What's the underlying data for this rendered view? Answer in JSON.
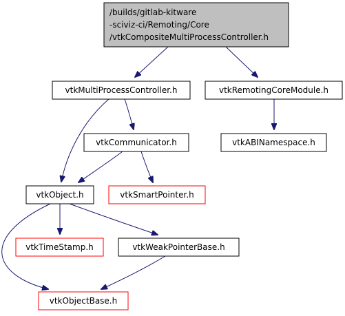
{
  "graph": {
    "colors": {
      "root_fill": "#bfbfbf",
      "node_fill": "#ffffff",
      "node_border": "#000000",
      "missing_border": "#ff0000",
      "edge": "#191970"
    },
    "nodes": [
      {
        "id": "root",
        "lines": [
          "/builds/gitlab-kitware",
          "-sciviz-ci/Remoting/Core",
          "/vtkCompositeMultiProcessController.h"
        ],
        "kind": "root"
      },
      {
        "id": "mpc",
        "lines": [
          "vtkMultiProcessController.h"
        ],
        "kind": "header"
      },
      {
        "id": "rcm",
        "lines": [
          "vtkRemotingCoreModule.h"
        ],
        "kind": "header"
      },
      {
        "id": "comm",
        "lines": [
          "vtkCommunicator.h"
        ],
        "kind": "header"
      },
      {
        "id": "abi",
        "lines": [
          "vtkABINamespace.h"
        ],
        "kind": "header"
      },
      {
        "id": "obj",
        "lines": [
          "vtkObject.h"
        ],
        "kind": "header"
      },
      {
        "id": "sp",
        "lines": [
          "vtkSmartPointer.h"
        ],
        "kind": "truncated"
      },
      {
        "id": "ts",
        "lines": [
          "vtkTimeStamp.h"
        ],
        "kind": "truncated"
      },
      {
        "id": "wpb",
        "lines": [
          "vtkWeakPointerBase.h"
        ],
        "kind": "header"
      },
      {
        "id": "ob",
        "lines": [
          "vtkObjectBase.h"
        ],
        "kind": "truncated"
      }
    ],
    "edges": [
      {
        "from": "root",
        "to": "mpc"
      },
      {
        "from": "root",
        "to": "rcm"
      },
      {
        "from": "mpc",
        "to": "comm"
      },
      {
        "from": "mpc",
        "to": "obj"
      },
      {
        "from": "rcm",
        "to": "abi"
      },
      {
        "from": "comm",
        "to": "obj"
      },
      {
        "from": "comm",
        "to": "sp"
      },
      {
        "from": "obj",
        "to": "ts"
      },
      {
        "from": "obj",
        "to": "wpb"
      },
      {
        "from": "obj",
        "to": "ob"
      },
      {
        "from": "wpb",
        "to": "ob"
      }
    ]
  }
}
